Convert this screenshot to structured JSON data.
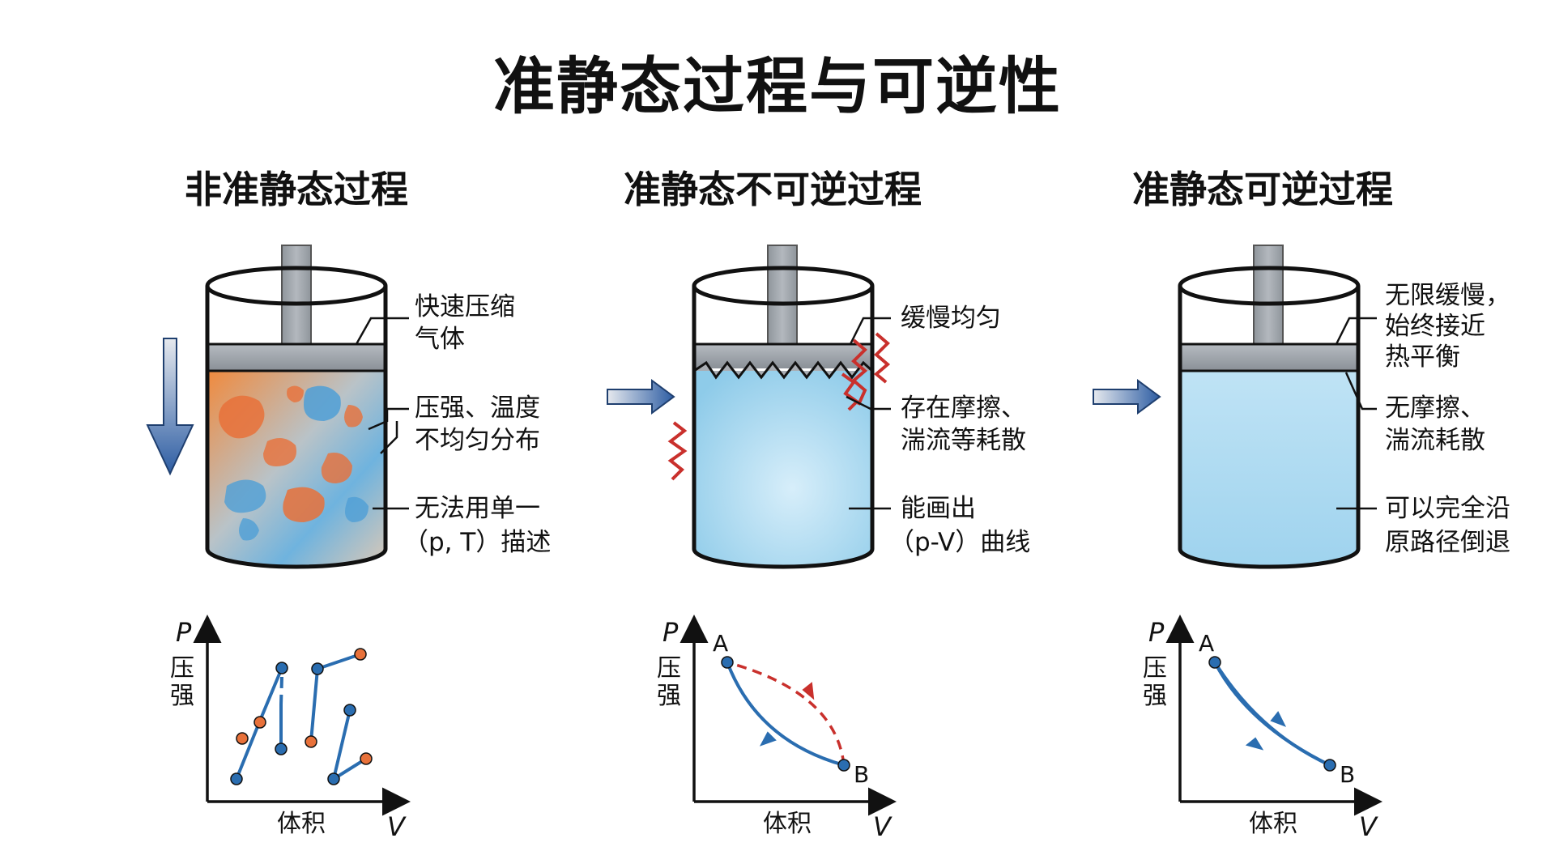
{
  "title": "准静态过程与可逆性",
  "panels": [
    {
      "heading": "非准静态过程",
      "labels": [
        "快速压缩",
        "气体",
        "压强、温度",
        "不均匀分布",
        "无法用单一",
        "（p, T）描述"
      ],
      "axis": {
        "p_symbol": "P",
        "p_char1": "压",
        "p_char2": "强",
        "v_label": "体积",
        "v_symbol": "V"
      }
    },
    {
      "heading": "准静态不可逆过程",
      "labels": [
        "缓慢均匀",
        "存在摩擦、",
        "湍流等耗散",
        "能画出",
        "（p-V）曲线"
      ],
      "axis": {
        "p_symbol": "P",
        "p_char1": "压",
        "p_char2": "强",
        "v_label": "体积",
        "v_symbol": "V"
      },
      "points": {
        "a": "A",
        "b": "B"
      }
    },
    {
      "heading": "准静态可逆过程",
      "labels": [
        "无限缓慢，",
        "始终接近",
        "热平衡",
        "无摩擦、",
        "湍流耗散",
        "可以完全沿",
        "原路径倒退"
      ],
      "axis": {
        "p_symbol": "P",
        "p_char1": "压",
        "p_char2": "强",
        "v_label": "体积",
        "v_symbol": "V"
      },
      "points": {
        "a": "A",
        "b": "B"
      }
    }
  ],
  "colors": {
    "blue": "#2a6db0",
    "orange": "#e8713a",
    "red": "#c9302c",
    "gas_blue": "#a9d6ee",
    "piston": "#9aa0a6"
  }
}
